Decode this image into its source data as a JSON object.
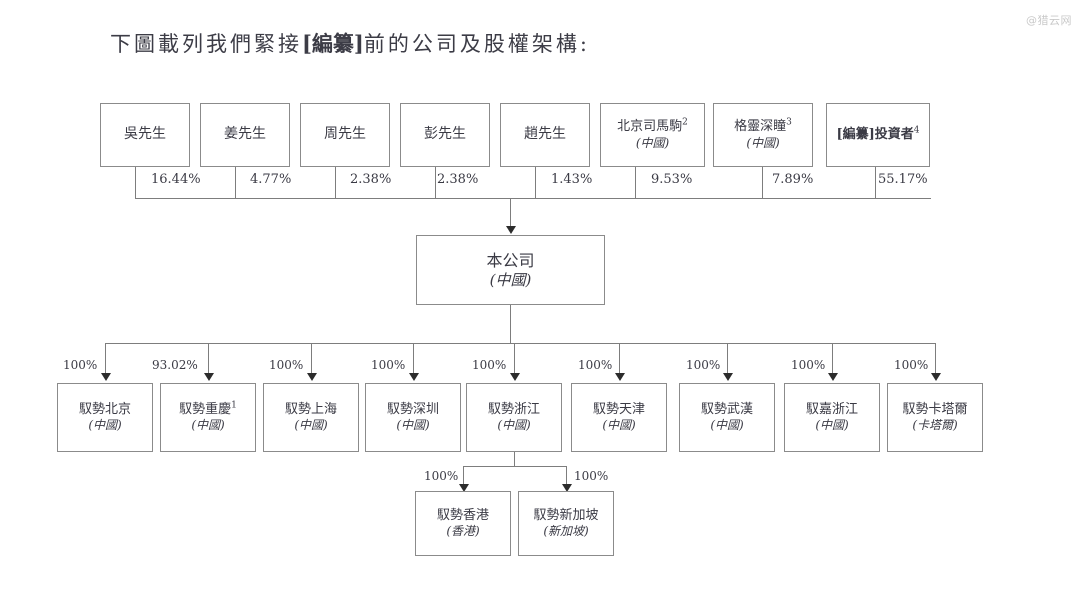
{
  "watermark": "@猎云网",
  "title": {
    "prefix": "下圖載列我們緊接",
    "bracketed": "[編纂]",
    "suffix": "前的公司及股權架構:"
  },
  "chart_data": {
    "type": "diagram",
    "title": "下圖載列我們緊接[編纂]前的公司及股權架構:",
    "subtype": "corporate-ownership-structure",
    "company": {
      "name": "本公司",
      "jurisdiction": "(中國)"
    },
    "shareholders": [
      {
        "name": "吳先生",
        "jurisdiction": "",
        "pct": "16.44%",
        "footnote": ""
      },
      {
        "name": "姜先生",
        "jurisdiction": "",
        "pct": "4.77%",
        "footnote": ""
      },
      {
        "name": "周先生",
        "jurisdiction": "",
        "pct": "2.38%",
        "footnote": ""
      },
      {
        "name": "彭先生",
        "jurisdiction": "",
        "pct": "2.38%",
        "footnote": ""
      },
      {
        "name": "趙先生",
        "jurisdiction": "",
        "pct": "1.43%",
        "footnote": ""
      },
      {
        "name": "北京司馬駒",
        "jurisdiction": "(中國)",
        "pct": "9.53%",
        "footnote": "2"
      },
      {
        "name": "格靈深瞳",
        "jurisdiction": "(中國)",
        "pct": "7.89%",
        "footnote": "3"
      },
      {
        "name": "[編纂]投資者",
        "jurisdiction": "",
        "pct": "55.17%",
        "footnote": "4",
        "bracketed": true
      }
    ],
    "subsidiaries": [
      {
        "name": "馭勢北京",
        "jurisdiction": "(中國)",
        "pct": "100%",
        "footnote": ""
      },
      {
        "name": "馭勢重慶",
        "jurisdiction": "(中國)",
        "pct": "93.02%",
        "footnote": "1"
      },
      {
        "name": "馭勢上海",
        "jurisdiction": "(中國)",
        "pct": "100%",
        "footnote": ""
      },
      {
        "name": "馭勢深圳",
        "jurisdiction": "(中國)",
        "pct": "100%",
        "footnote": ""
      },
      {
        "name": "馭勢浙江",
        "jurisdiction": "(中國)",
        "pct": "100%",
        "footnote": ""
      },
      {
        "name": "馭勢天津",
        "jurisdiction": "(中國)",
        "pct": "100%",
        "footnote": ""
      },
      {
        "name": "馭勢武漢",
        "jurisdiction": "(中國)",
        "pct": "100%",
        "footnote": ""
      },
      {
        "name": "馭嘉浙江",
        "jurisdiction": "(中國)",
        "pct": "100%",
        "footnote": ""
      },
      {
        "name": "馭勢卡塔爾",
        "jurisdiction": "(卡塔爾)",
        "pct": "100%",
        "footnote": ""
      }
    ],
    "sub_subsidiaries": [
      {
        "name": "馭勢香港",
        "jurisdiction": "(香港)",
        "pct": "100%",
        "parent": "馭勢浙江"
      },
      {
        "name": "馭勢新加坡",
        "jurisdiction": "(新加坡)",
        "pct": "100%",
        "parent": "馭勢浙江"
      }
    ]
  }
}
